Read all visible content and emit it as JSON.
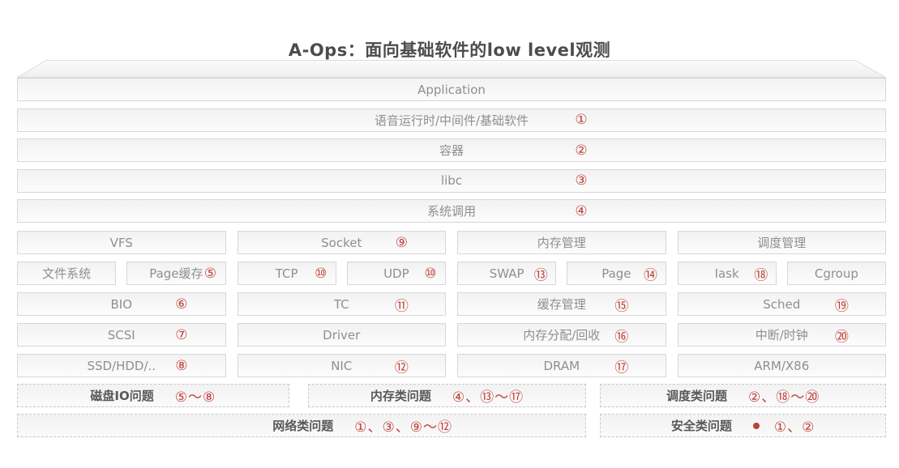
{
  "title": "A-Ops：面向基础软件的low level观测",
  "colors": {
    "accent_red": "#c0403a",
    "label_gray": "#8f8f8f",
    "bold_gray": "#595959",
    "border": "#d7d7d7"
  },
  "layers": [
    {
      "label": "Application",
      "num": ""
    },
    {
      "label": "语音运行时/中间件/基础软件",
      "num": "①"
    },
    {
      "label": "容器",
      "num": "②"
    },
    {
      "label": "libc",
      "num": "③"
    },
    {
      "label": "系统调用",
      "num": "④"
    }
  ],
  "columns": [
    {
      "header": {
        "label": "VFS",
        "num": ""
      },
      "split": [
        {
          "label": "文件系统",
          "num": ""
        },
        {
          "label": "Page缓存",
          "num": "⑤"
        }
      ],
      "rows": [
        {
          "label": "BIO",
          "num": "⑥"
        },
        {
          "label": "SCSI",
          "num": "⑦"
        },
        {
          "label": "SSD/HDD/..",
          "num": "⑧"
        }
      ]
    },
    {
      "header": {
        "label": "Socket",
        "num": "⑨"
      },
      "split": [
        {
          "label": "TCP",
          "num": "⑩"
        },
        {
          "label": "UDP",
          "num": "⑩"
        }
      ],
      "rows": [
        {
          "label": "TC",
          "num": "⑪"
        },
        {
          "label": "Driver",
          "num": ""
        },
        {
          "label": "NIC",
          "num": "⑫"
        }
      ]
    },
    {
      "header": {
        "label": "内存管理",
        "num": ""
      },
      "split": [
        {
          "label": "SWAP",
          "num": "⑬"
        },
        {
          "label": "Page",
          "num": "⑭"
        }
      ],
      "rows": [
        {
          "label": "缓存管理",
          "num": "⑮"
        },
        {
          "label": "内存分配/回收",
          "num": "⑯"
        },
        {
          "label": "DRAM",
          "num": "⑰"
        }
      ]
    },
    {
      "header": {
        "label": "调度管理",
        "num": ""
      },
      "split": [
        {
          "label": "Iask",
          "num": "⑱"
        },
        {
          "label": "Cgroup",
          "num": ""
        }
      ],
      "rows": [
        {
          "label": "Sched",
          "num": "⑲"
        },
        {
          "label": "中断/时钟",
          "num": "⑳"
        },
        {
          "label": "ARM/X86",
          "num": ""
        }
      ]
    }
  ],
  "problems": {
    "disk": {
      "label": "磁盘IO问题",
      "nums": "⑤～⑧"
    },
    "memory": {
      "label": "内存类问题",
      "nums": "④、⑬～⑰"
    },
    "sched": {
      "label": "调度类问题",
      "nums": "②、⑱～⑳"
    },
    "network": {
      "label": "网络类问题",
      "nums": "①、③、⑨～⑫"
    },
    "security": {
      "label": "安全类问题",
      "nums": "①、②"
    }
  }
}
